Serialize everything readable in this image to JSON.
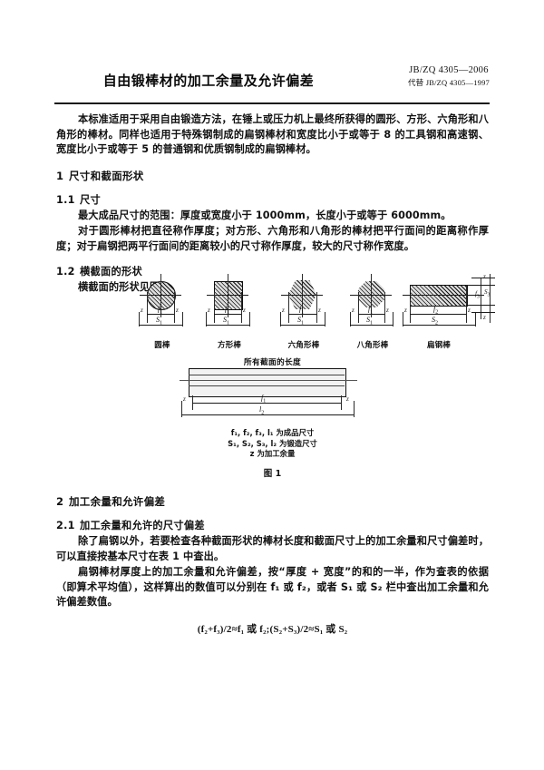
{
  "header": {
    "title": "自由锻棒材的加工余量及允许偏差",
    "standard_code": "JB/ZQ 4305—2006",
    "replaces": "代替 JB/ZQ 4305—1997"
  },
  "intro": {
    "paragraph": "本标准适用于采用自由锻造方法，在锤上或压力机上最终所获得的圆形、方形、六角形和八角形的棒材。同样也适用于特殊钢制成的扁钢棒材和宽度比小于或等于 8 的工具钢和高速钢、宽度比小于或等于 5 的普通钢和优质钢制成的扁钢棒材。"
  },
  "sections": {
    "s1": {
      "num": "1",
      "title": "尺寸和截面形状"
    },
    "s1_1": {
      "num": "1.1",
      "title": "尺寸",
      "p1": "最大成品尺寸的范围：厚度或宽度小于 1000mm，长度小于或等于 6000mm。",
      "p2": "对于圆形棒材把直径称作厚度；对方形、六角形和八角形的棒材把平行面间的距离称作厚度；对于扁钢把两平行面间的距离较小的尺寸称作厚度，较大的尺寸称作宽度。"
    },
    "s1_2": {
      "num": "1.2",
      "title": "横截面的形状",
      "p1": "横截面的形状见图 1。"
    },
    "s2": {
      "num": "2",
      "title": "加工余量和允许偏差"
    },
    "s2_1": {
      "num": "2.1",
      "title": "加工余量和允许的尺寸偏差",
      "p1": "除了扁钢以外，若要检查各种截面形状的棒材长度和截面尺寸上的加工余量和尺寸偏差时，可以直接按基本尺寸在表 1 中查出。",
      "p2": "扁钢棒材厚度上的加工余量和允许偏差，按“厚度 + 宽度”的和的一半，作为查表的依据（即算术平均值），这样算出的数值可以分别在 f₁ 或 f₂，或者 S₁ 或 S₂ 栏中查出加工余量和允许偏差数值。"
    }
  },
  "formula": {
    "text": "(f₂+f₃)/2≈f₁ 或 f₂;(S₂+S₃)/2≈S₁ 或 S₂",
    "lhs_a_num": "f",
    "chinese_or": "或",
    "semicolon": ";"
  },
  "figure": {
    "caption": "图 1",
    "bar_title": "所有截面的长度",
    "shapes": [
      {
        "name": "round-bar",
        "label": "圆棒",
        "f": "f",
        "f_sub": "1",
        "s": "S",
        "s_sub": "1",
        "z": "z"
      },
      {
        "name": "square-bar",
        "label": "方形棒",
        "f": "f",
        "f_sub": "1",
        "s": "S",
        "s_sub": "1",
        "z": "z"
      },
      {
        "name": "hexagon-bar",
        "label": "六角形棒",
        "f": "f",
        "f_sub": "1",
        "s": "S",
        "s_sub": "1",
        "z": "z"
      },
      {
        "name": "octagon-bar",
        "label": "八角形棒",
        "f": "f",
        "f_sub": "1",
        "s": "S",
        "s_sub": "1",
        "z": "z"
      },
      {
        "name": "flat-bar",
        "label": "扁钢棒",
        "f": "f",
        "f_sub": "2",
        "s": "S",
        "s_sub": "2",
        "z": "z",
        "f3": "f",
        "f3_sub": "3",
        "s3": "S",
        "s3_sub": "3"
      }
    ],
    "long_bar": {
      "f": "f",
      "f_sub": "1",
      "s": "l",
      "s_sub": "2",
      "z": "z"
    },
    "legend": {
      "line1": "f₁, f₂, f₃, l₁ 为成品尺寸",
      "line2": "S₁, S₂, S₃, l₂ 为锻造尺寸",
      "line3": "z 为加工余量"
    }
  }
}
